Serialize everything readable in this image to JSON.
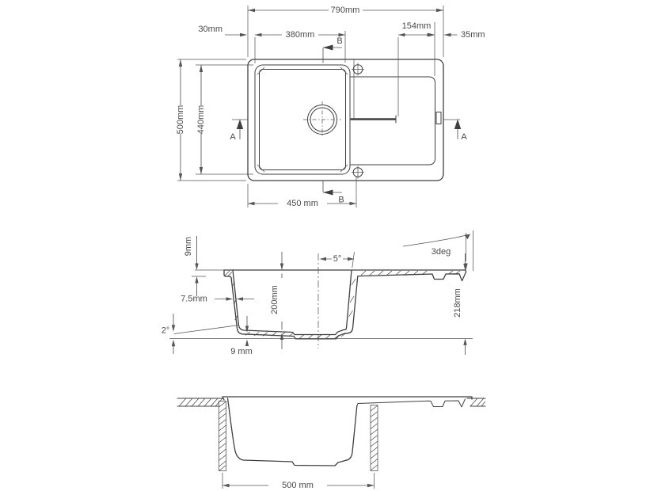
{
  "drawing": {
    "plan_view": {
      "width_total": "790mm",
      "bowl_left_offset": "30mm",
      "bowl_width": "380mm",
      "drainer_groove_length": "154mm",
      "edge_right_offset": "35mm",
      "depth_total": "500mm",
      "bowl_depth": "440mm",
      "tap_hole_distance": "450 mm",
      "section_a_label": "A",
      "section_b_label": "B"
    },
    "section_view": {
      "rim_height": "9mm",
      "wall_thickness": "7.5mm",
      "bowl_inner_depth": "200mm",
      "wall_draft_angle": "5°",
      "drainer_slope": "3deg",
      "total_height": "218mm",
      "base_slope_angle": "2°",
      "base_thickness": "9 mm"
    },
    "installation_view": {
      "cutout_width": "500 mm"
    }
  },
  "colors": {
    "line": "#3f3f3f",
    "dimension": "#555555",
    "text": "#4a4a4a",
    "background": "#ffffff"
  }
}
